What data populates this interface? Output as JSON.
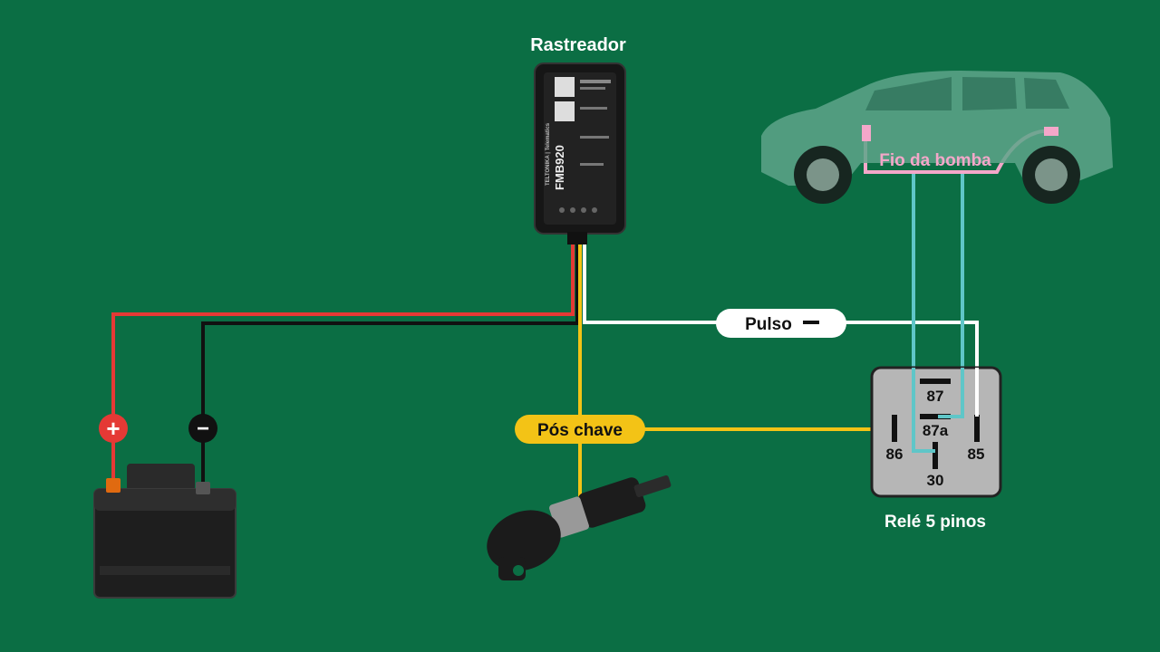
{
  "labels": {
    "tracker": "Rastreador",
    "tracker_model": "FMB920",
    "tracker_brand": "TELTONIKA | Telematics",
    "pulse": "Pulso",
    "ignition": "Pós chave",
    "pump_wire": "Fio da bomba",
    "relay": "Relé 5 pinos",
    "plus": "+",
    "minus": "−"
  },
  "relay_pins": {
    "p87": "87",
    "p87a": "87a",
    "p86": "86",
    "p85": "85",
    "p30": "30"
  },
  "colors": {
    "background": "#0b6e44",
    "wire_positive": "#e53935",
    "wire_ground": "#111111",
    "wire_ignition": "#f3c316",
    "wire_pulse": "#ffffff",
    "wire_pump": "#5fc6c8",
    "pump_tag": "#f4a7c9",
    "relay_body": "#b6b6b6"
  }
}
